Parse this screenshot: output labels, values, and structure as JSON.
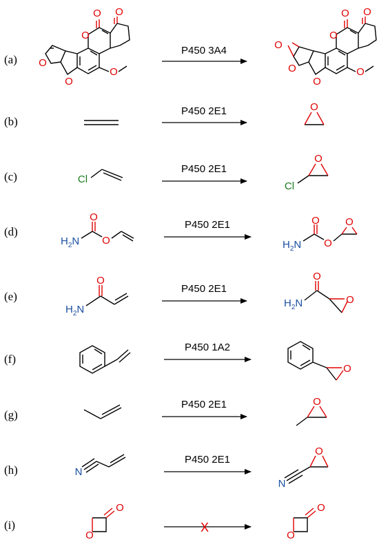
{
  "reactions": [
    {
      "label": "(a)",
      "enzyme": "P450 3A4"
    },
    {
      "label": "(b)",
      "enzyme": "P450 2E1"
    },
    {
      "label": "(c)",
      "enzyme": "P450 2E1"
    },
    {
      "label": "(d)",
      "enzyme": "P450 2E1"
    },
    {
      "label": "(e)",
      "enzyme": "P450 2E1"
    },
    {
      "label": "(f)",
      "enzyme": "P450 1A2"
    },
    {
      "label": "(g)",
      "enzyme": "P450 2E1"
    },
    {
      "label": "(h)",
      "enzyme": "P450 2E1"
    },
    {
      "label": "(i)",
      "enzyme": "X"
    }
  ],
  "atoms": {
    "O": "O",
    "Cl": "Cl",
    "N": "N",
    "H2N_H": "H",
    "H2N_2": "2",
    "H2N_N": "N"
  },
  "colors": {
    "oxygen": "#e00000",
    "nitrogen": "#1a4fa0",
    "chlorine": "#1a7a1a",
    "blocked_mark": "#e00000"
  }
}
